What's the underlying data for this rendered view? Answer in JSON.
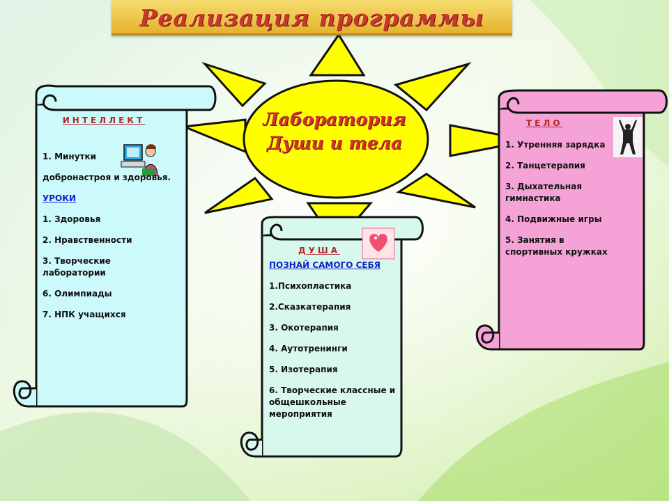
{
  "banner": {
    "title": "Реализация программы"
  },
  "center": {
    "line1": "Лаборатория",
    "line2": "Души и тела"
  },
  "intellect": {
    "heading": "ИНТЕЛЛЕКТ",
    "items": [
      {
        "text": "1. Минутки",
        "link": false
      },
      {
        "text": "добронастроя и здоровья.",
        "link": false
      },
      {
        "text": "УРОКИ",
        "link": true
      },
      {
        "text": "1. Здоровья",
        "link": false
      },
      {
        "text": "2. Нравственности",
        "link": false
      },
      {
        "text": "3. Творческие лаборатории",
        "link": false
      },
      {
        "text": "6. Олимпиады",
        "link": false
      },
      {
        "text": "7. НПК учащихся",
        "link": false
      }
    ]
  },
  "soul": {
    "heading": "ДУША",
    "items": [
      {
        "text": "ПОЗНАЙ САМОГО СЕБЯ",
        "link": true
      },
      {
        "text": "1.Психопластика",
        "link": false
      },
      {
        "text": "2.Сказкатерапия",
        "link": false
      },
      {
        "text": "3. Окотерапия",
        "link": false
      },
      {
        "text": "4. Аутотренинги",
        "link": false
      },
      {
        "text": "5. Изотерапия",
        "link": false
      },
      {
        "text": "6. Творческие классные и общешкольные мероприятия",
        "link": false
      }
    ]
  },
  "body_panel": {
    "heading": "ТЕЛО",
    "items": [
      {
        "text": "1. Утренняя зарядка",
        "link": false
      },
      {
        "text": "2. Танцетерапия",
        "link": false
      },
      {
        "text": "3. Дыхательная гимнастика",
        "link": false
      },
      {
        "text": "4. Подвижные игры",
        "link": false
      },
      {
        "text": "5. Занятия в спортивных кружках",
        "link": false
      }
    ]
  },
  "colors": {
    "sun": "#ffff00",
    "intellect_scroll": "#ccfafa",
    "soul_scroll": "#d8f8ee",
    "body_scroll": "#f5a3d6",
    "heading": "#b0262a",
    "link": "#0d22c8",
    "title": "#c8392b"
  }
}
